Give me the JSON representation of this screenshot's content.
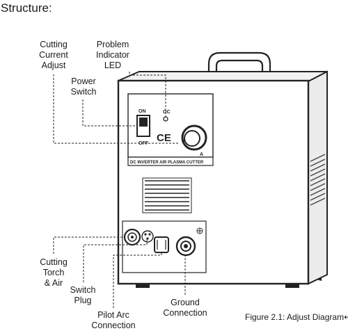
{
  "heading": "Structure:",
  "labels": {
    "cutting_current_adjust": "Cutting\nCurrent\nAdjust",
    "problem_indicator_led": "Problem\nIndicator\nLED",
    "power_switch": "Power\nSwitch",
    "cutting_torch_air": "Cutting\nTorch\n& Air",
    "switch_plug": "Switch\nPlug",
    "pilot_arc_connection": "Pilot Arc\nConnection",
    "ground_connection": "Ground\nConnection"
  },
  "panel": {
    "on": "ON",
    "off": "OFF",
    "oc": "OC",
    "ce": "CE",
    "amp": "A",
    "nameplate": "DC INVERTER AIR PLASMA CUTTER"
  },
  "caption": "Figure 2.1: Adjust Diagram↵"
}
